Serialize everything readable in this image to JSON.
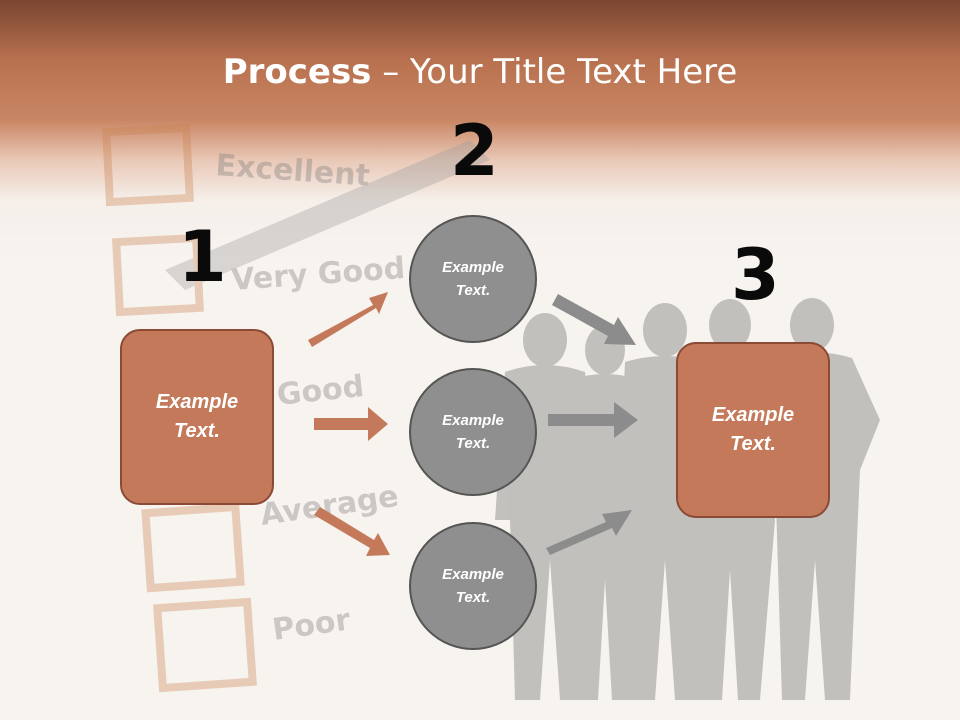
{
  "slide": {
    "title_bold": "Process",
    "title_rest": " – Your Title Text Here",
    "steps": {
      "one": "1",
      "two": "2",
      "three": "3"
    },
    "left_box": {
      "line1": "Example",
      "line2": "Text."
    },
    "circles": [
      {
        "line1": "Example",
        "line2": "Text."
      },
      {
        "line1": "Example",
        "line2": "Text."
      },
      {
        "line1": "Example",
        "line2": "Text."
      }
    ],
    "right_box": {
      "line1": "Example",
      "line2": "Text."
    },
    "background_words": [
      "Excellent",
      "Very Good",
      "Good",
      "Average",
      "Poor"
    ]
  },
  "colors": {
    "header_dark": "#7a4530",
    "header_mid": "#b8714f",
    "box_fill": "#c47a5a",
    "box_border": "#8a4a35",
    "circle_fill": "#8f8f8f",
    "arrow_orange": "#c47a5a",
    "arrow_gray": "#8c8c8c"
  }
}
